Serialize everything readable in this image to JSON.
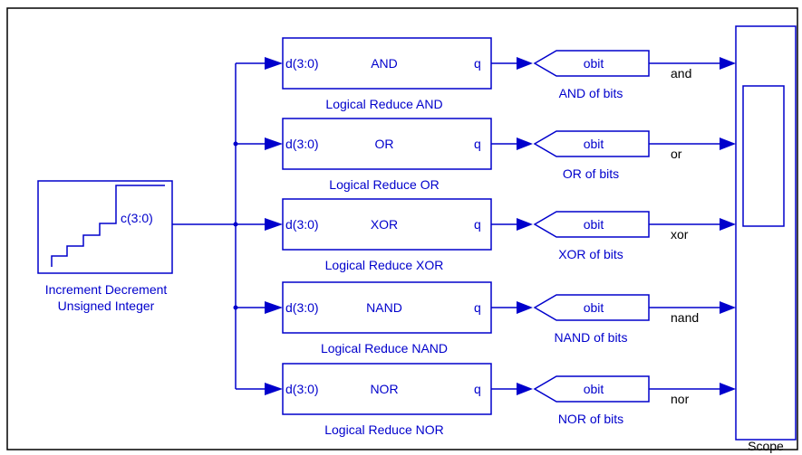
{
  "source_block": {
    "port": "c(3:0)",
    "caption_line1": "Increment Decrement",
    "caption_line2": "Unsigned Integer"
  },
  "reduce_blocks": [
    {
      "input_port": "d(3:0)",
      "op": "AND",
      "output_port": "q",
      "caption": "Logical Reduce AND"
    },
    {
      "input_port": "d(3:0)",
      "op": "OR",
      "output_port": "q",
      "caption": "Logical Reduce OR"
    },
    {
      "input_port": "d(3:0)",
      "op": "XOR",
      "output_port": "q",
      "caption": "Logical Reduce XOR"
    },
    {
      "input_port": "d(3:0)",
      "op": "NAND",
      "output_port": "q",
      "caption": "Logical Reduce NAND"
    },
    {
      "input_port": "d(3:0)",
      "op": "NOR",
      "output_port": "q",
      "caption": "Logical Reduce NOR"
    }
  ],
  "gateway_blocks": [
    {
      "port": "obit",
      "caption": "AND of bits"
    },
    {
      "port": "obit",
      "caption": "OR of bits"
    },
    {
      "port": "obit",
      "caption": "XOR of bits"
    },
    {
      "port": "obit",
      "caption": "NAND of bits"
    },
    {
      "port": "obit",
      "caption": "NOR of bits"
    }
  ],
  "wire_labels": [
    "and",
    "or",
    "xor",
    "nand",
    "nor"
  ],
  "scope": {
    "caption": "Scope"
  },
  "colors": {
    "diagram": "#0000cc",
    "frame": "#000000",
    "background": "#ffffff"
  }
}
